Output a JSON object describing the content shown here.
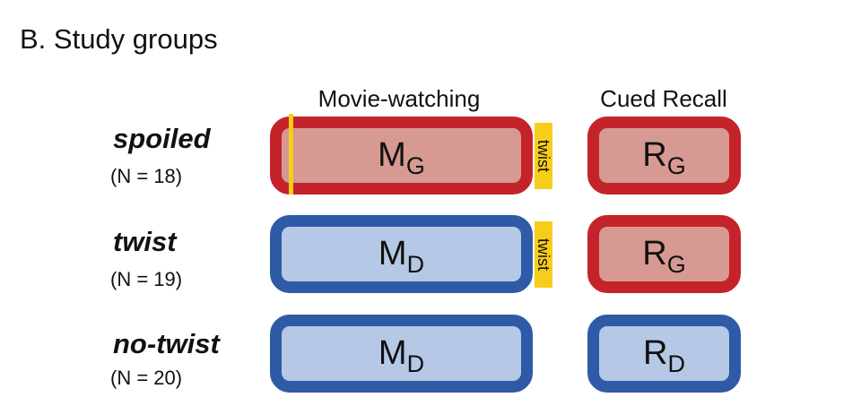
{
  "title": "B. Study groups",
  "columns": {
    "movie": "Movie-watching",
    "recall": "Cued Recall"
  },
  "groups": [
    {
      "name": "spoiled",
      "n": "(N = 18)",
      "movie": {
        "letter": "M",
        "sub": "G",
        "color": "#c5232a"
      },
      "twist_tag": "twist",
      "recall": {
        "letter": "R",
        "sub": "G",
        "color": "#c5232a"
      }
    },
    {
      "name": "twist",
      "n": "(N = 19)",
      "movie": {
        "letter": "M",
        "sub": "D",
        "color": "#2f5aa6"
      },
      "twist_tag": "twist",
      "recall": {
        "letter": "R",
        "sub": "G",
        "color": "#c5232a"
      }
    },
    {
      "name": "no-twist",
      "n": "(N = 20)",
      "movie": {
        "letter": "M",
        "sub": "D",
        "color": "#2f5aa6"
      },
      "recall": {
        "letter": "R",
        "sub": "D",
        "color": "#2f5aa6"
      }
    }
  ],
  "colors": {
    "red_border": "#c5232a",
    "red_fill": "#d69a92",
    "blue_border": "#2f5aa6",
    "blue_fill": "#b5c8e6",
    "twist_yellow": "#f6cd1a"
  }
}
